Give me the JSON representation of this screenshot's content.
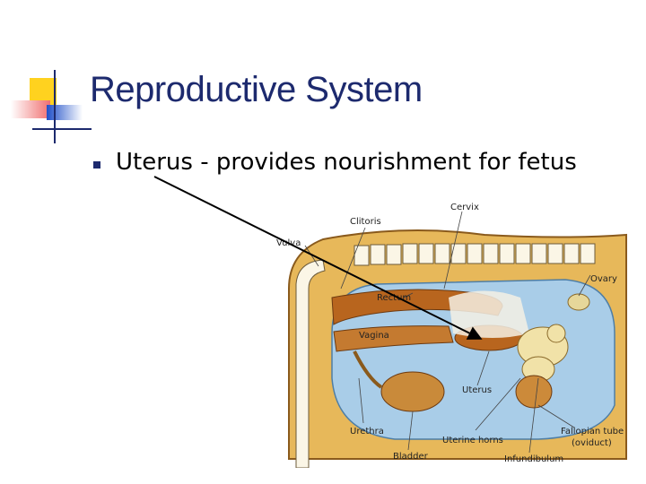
{
  "slide": {
    "title": "Reproductive System",
    "bullets": [
      {
        "text": "Uterus - provides nourishment for fetus"
      }
    ]
  },
  "diagram": {
    "labels": {
      "clitoris": "Clitoris",
      "cervix": "Cervix",
      "vulva": "Vulva",
      "ovary": "Ovary",
      "rectum": "Rectum",
      "vagina": "Vagina",
      "uterus": "Uterus",
      "urethra": "Urethra",
      "uterine_horns": "Uterine horns",
      "fallopian_tube": "Fallopian tube",
      "oviduct": "(oviduct)",
      "bladder": "Bladder",
      "infundibulum": "Infundibulum"
    }
  },
  "colors": {
    "title": "#1d2a6e",
    "accent_yellow": "#ffd21f",
    "accent_red": "#f05a5a",
    "accent_blue": "#1f4fc8",
    "body_tan": "#e7b85a",
    "cavity_blue": "#a9cde8"
  }
}
